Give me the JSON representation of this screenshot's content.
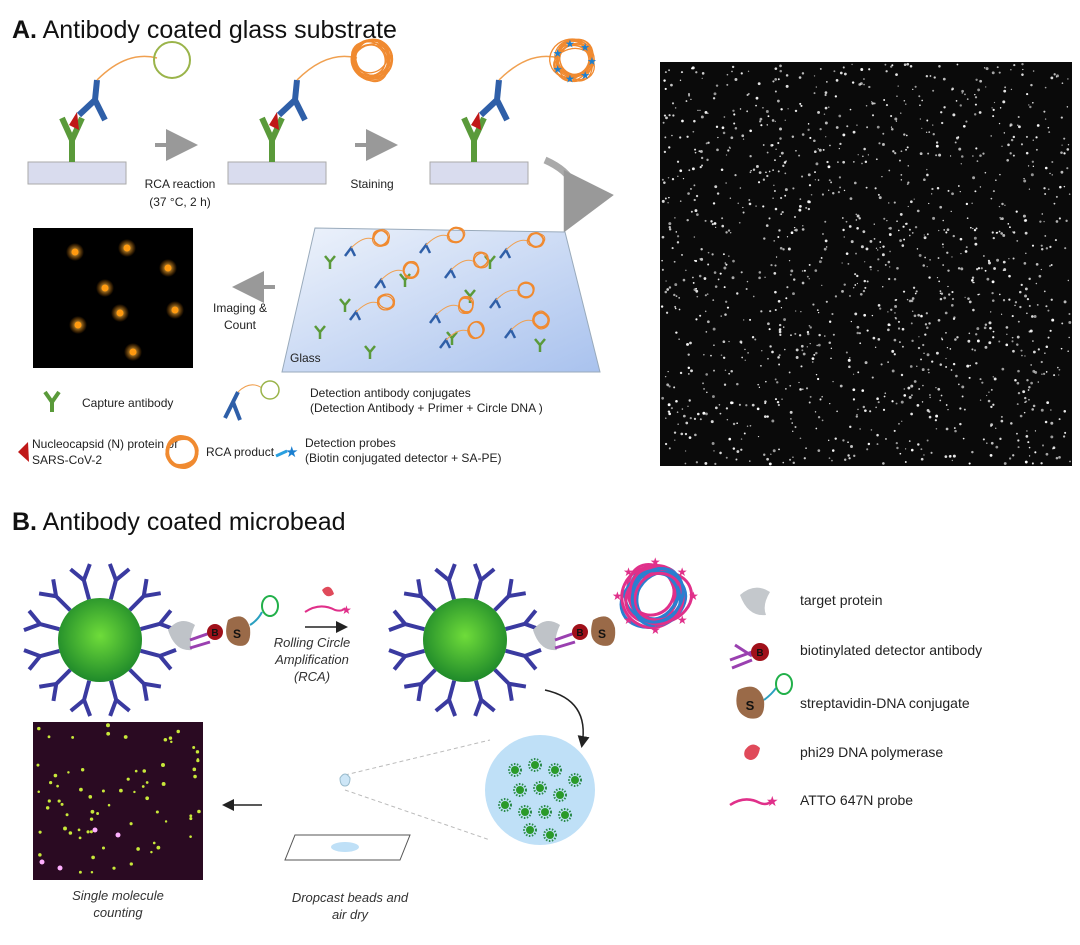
{
  "panel_a": {
    "letter": "A.",
    "title": "Antibody coated glass substrate",
    "step1_line1": "RCA reaction",
    "step1_line2": "(37 °C, 2 h)",
    "step2": "Staining",
    "imaging_line1": "Imaging &",
    "imaging_line2": "Count",
    "glass_label": "Glass",
    "legend": {
      "capture": "Capture antibody",
      "detection_conj_line1": "Detection antibody conjugates",
      "detection_conj_line2": "(Detection Antibody + Primer + Circle DNA )",
      "np_line1": "Nucleocapsid (N) protein of",
      "np_line2": "SARS-CoV-2",
      "rca": "RCA product",
      "probes_line1": "Detection probes",
      "probes_line2": "(Biotin conjugated detector + SA-PE)"
    }
  },
  "panel_b": {
    "letter": "B.",
    "title": "Antibody coated microbead",
    "rca_line1": "Rolling Circle",
    "rca_line2": "Amplification",
    "rca_line3": "(RCA)",
    "biotin_letter": "B",
    "strep_letter": "S",
    "count_line1": "Single molecule",
    "count_line2": "counting",
    "dropcast_line1": "Dropcast beads and",
    "dropcast_line2": "air dry",
    "legend": {
      "target": "target protein",
      "detector": "biotinylated detector antibody",
      "strep": "streptavidin-DNA conjugate",
      "polymerase": "phi29 DNA polymerase",
      "probe": "ATTO 647N probe"
    }
  },
  "colors": {
    "capture_ab": "#5a9a3a",
    "detection_ab": "#2f5fa8",
    "rca_product": "#f08a30",
    "bead": "#2a9a2a",
    "bead_ab": "#3a3aa0",
    "probe": "#e0308a"
  }
}
